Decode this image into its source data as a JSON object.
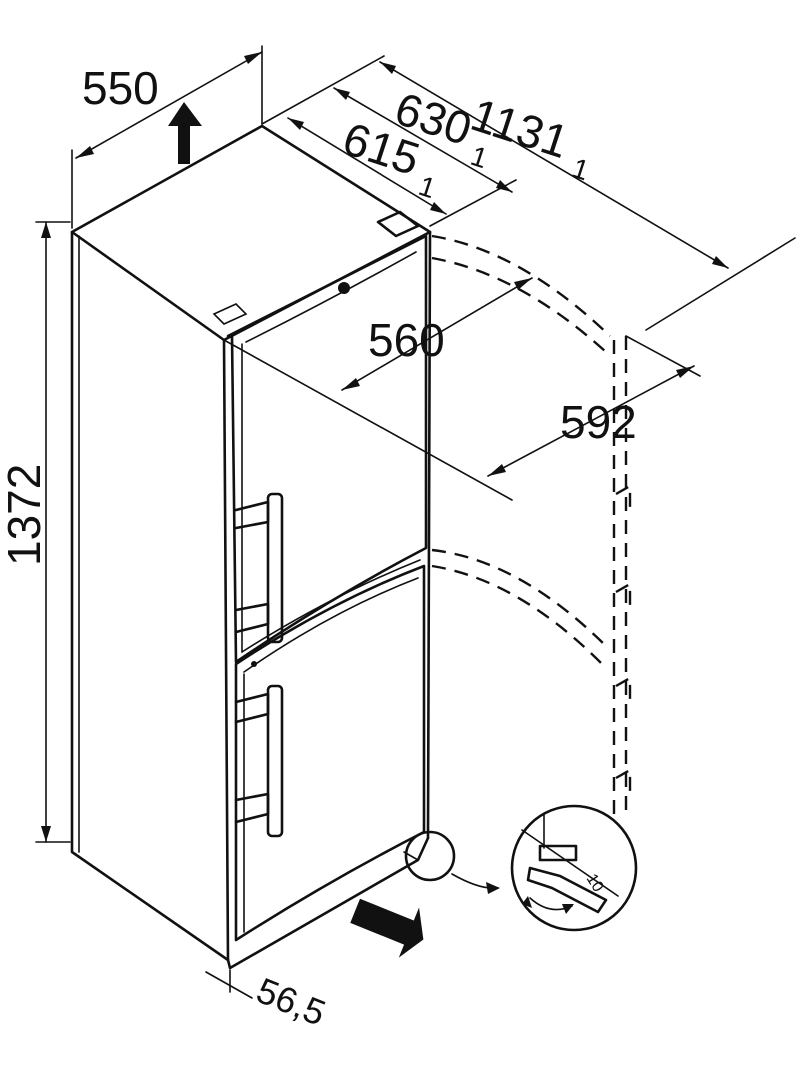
{
  "dimensions": {
    "width": "550",
    "depth_total": "1131",
    "depth_open": "630",
    "depth_body": "615",
    "footnote_mark": "1",
    "inner_width": "560",
    "open_width": "592",
    "height": "1372",
    "handle_offset": "56,5",
    "wrench_size": "10"
  }
}
